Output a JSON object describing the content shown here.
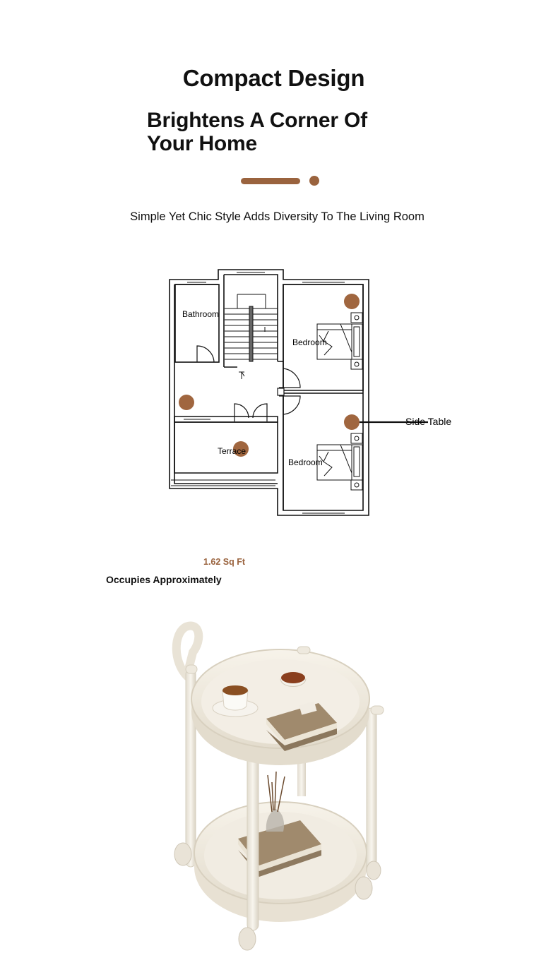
{
  "header": {
    "title": "Compact Design",
    "subtitle_line1": "Brightens A Corner Of",
    "subtitle_line2": "Your Home",
    "tagline": "Simple Yet Chic Style Adds Diversity To The Living Room"
  },
  "floorplan": {
    "rooms": {
      "bathroom": "Bathroom",
      "bedroom_top": "Bedroom",
      "bedroom_bottom": "Bedroom",
      "terrace": "Terrace"
    },
    "callout": "Side Table"
  },
  "area": {
    "value": "1.62 Sq Ft",
    "label": "Occupies Approximately"
  },
  "colors": {
    "accent": "#9a633e",
    "marker": "#a0663f",
    "product": "#efe9de"
  }
}
